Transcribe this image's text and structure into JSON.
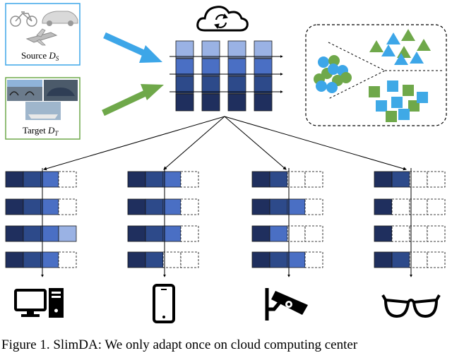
{
  "source": {
    "label": "Source ",
    "sym": "D",
    "sub": "S"
  },
  "target": {
    "label": "Target ",
    "sym": "D",
    "sub": "T"
  },
  "caption": "Figure 1. SlimDA: We only adapt once on cloud computing center",
  "colors": {
    "c1": "#1f2f5e",
    "c2": "#2d4a8a",
    "c3": "#4a6fc4",
    "c4": "#9ab2e4",
    "source_arrow": "#3da6e8",
    "target_arrow": "#6fa84a",
    "square": "#3fa9e6",
    "square_dark": "#6fa84a",
    "triangle_a": "#6fa84a",
    "triangle_b": "#3da6e8"
  },
  "icons": [
    "cloud-sync-icon",
    "desktop-computer-icon",
    "smartphone-icon",
    "security-camera-icon",
    "glasses-icon"
  ]
}
